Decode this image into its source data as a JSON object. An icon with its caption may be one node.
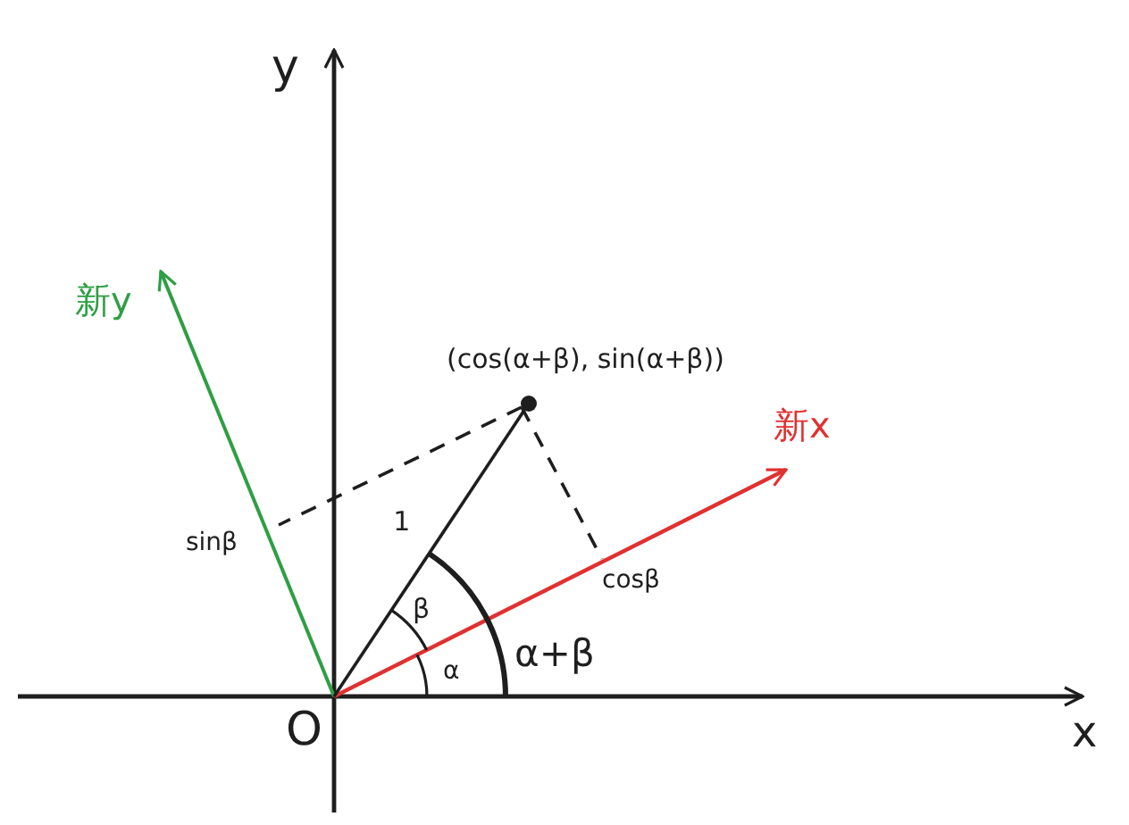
{
  "diagram": {
    "nodes": [
      {
        "text": [
          "O"
        ]
      },
      {
        "text": [],
        "shape": "circle",
        "beside": [
          "(cos(α+β), sin(α+β))"
        ]
      }
    ],
    "edges": [
      {
        "from": 0,
        "to": 1,
        "arrow": "none",
        "label": "1"
      }
    ],
    "labels": [
      "y",
      "x",
      "新y",
      "新x",
      "sinβ",
      "cosβ",
      "β",
      "α",
      "α+β"
    ]
  }
}
